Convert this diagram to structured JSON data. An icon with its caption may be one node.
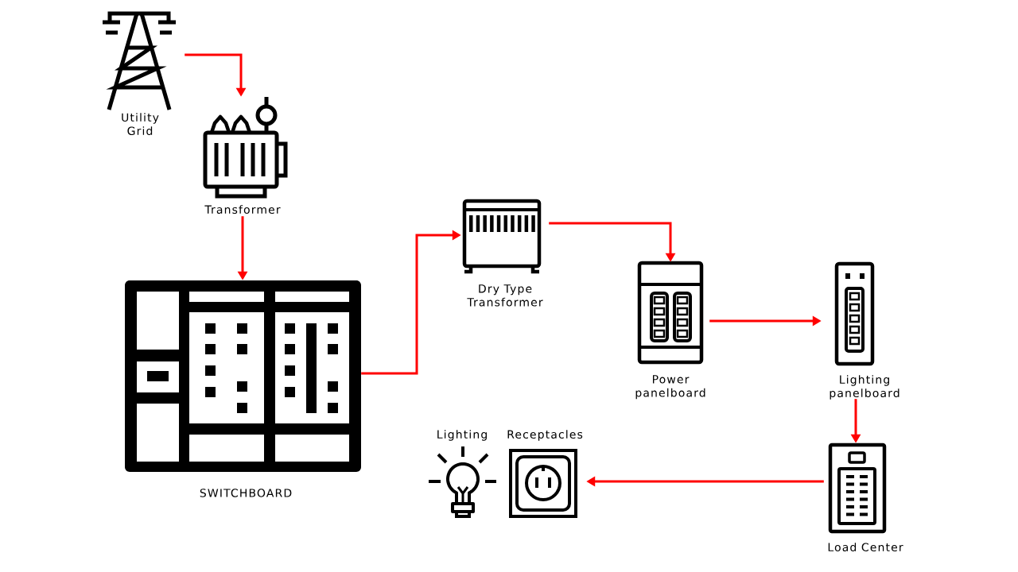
{
  "diagram": {
    "nodes": [
      {
        "text": [
          "Utility Grid"
        ]
      },
      {
        "text": [
          "Transformer"
        ]
      },
      {
        "text": [
          "SWITCHBOARD"
        ]
      },
      {
        "text": [
          "Dry Type Transformer"
        ]
      },
      {
        "text": [
          "Power panelboard"
        ]
      },
      {
        "text": [
          "Lighting panelboard"
        ]
      },
      {
        "text": [
          "Load Center"
        ]
      },
      {
        "text": [
          "Lighting"
        ]
      },
      {
        "text": [
          "Receptacles"
        ]
      }
    ],
    "edges": [
      {
        "from": 0,
        "to": 1,
        "arrow": "to"
      },
      {
        "from": 1,
        "to": 2,
        "arrow": "to"
      },
      {
        "from": 2,
        "to": 3,
        "arrow": "to"
      },
      {
        "from": 3,
        "to": 4,
        "arrow": "to"
      },
      {
        "from": 4,
        "to": 5,
        "arrow": "to"
      },
      {
        "from": 5,
        "to": 6,
        "arrow": "to"
      },
      {
        "from": 6,
        "to": 8,
        "arrow": "to"
      }
    ]
  }
}
